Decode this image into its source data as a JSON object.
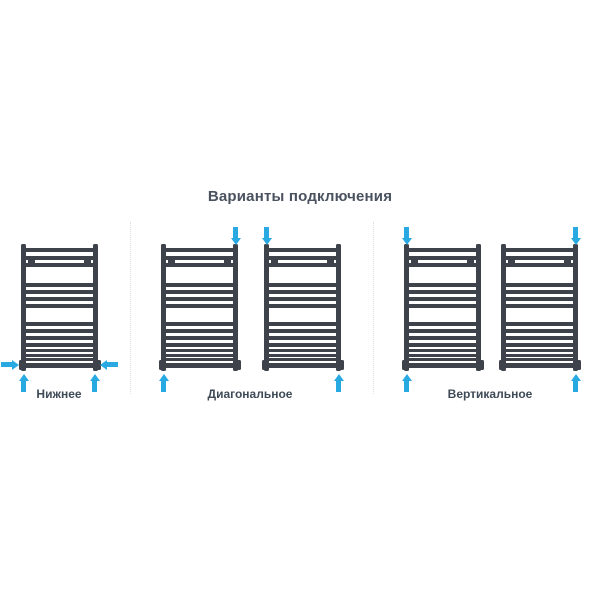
{
  "title": "Варианты подключения",
  "groups": [
    {
      "id": "bottom",
      "label": "Нижнее"
    },
    {
      "id": "diagonal",
      "label": "Диагональное"
    },
    {
      "id": "vertical",
      "label": "Вертикальное"
    }
  ],
  "figures": [
    {
      "group": "Нижнее",
      "arrows": [
        "side-left-in",
        "side-right-in",
        "bottom-left-up",
        "bottom-right-up"
      ]
    },
    {
      "group": "Диагональное",
      "arrows": [
        "top-right-down",
        "bottom-left-up"
      ]
    },
    {
      "group": "Диагональное",
      "arrows": [
        "top-left-down",
        "bottom-right-up"
      ]
    },
    {
      "group": "Вертикальное",
      "arrows": [
        "top-left-down",
        "bottom-left-up"
      ]
    },
    {
      "group": "Вертикальное",
      "arrows": [
        "top-right-down",
        "bottom-right-up"
      ]
    }
  ],
  "colors": {
    "radiator": "#3e434b",
    "arrow": "#29a9e1",
    "title_text": "#4a5260",
    "label_text": "#3f4a57",
    "divider": "#dde1e4",
    "background": "#ffffff"
  }
}
